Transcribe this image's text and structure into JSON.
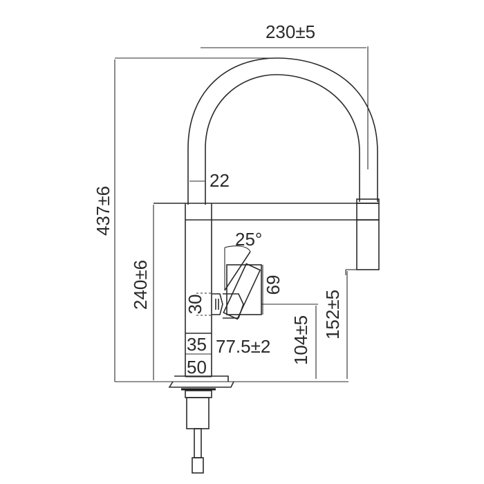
{
  "drawing": {
    "subject": "pull-out kitchen faucet technical drawing",
    "dimensions": {
      "overall_reach": "230±5",
      "overall_height": "437±6",
      "body_height": "240±6",
      "spout_tube_diameter": "22",
      "handle_angle": "25°",
      "handle_height": "69",
      "handle_diameter": "30",
      "body_diameter": "35",
      "base_diameter": "50",
      "handle_offset": "77.5±2",
      "handle_axis_height": "104±5",
      "nozzle_clearance": "152±5"
    },
    "colors": {
      "line": "#2a2a2a",
      "background": "#ffffff"
    }
  }
}
